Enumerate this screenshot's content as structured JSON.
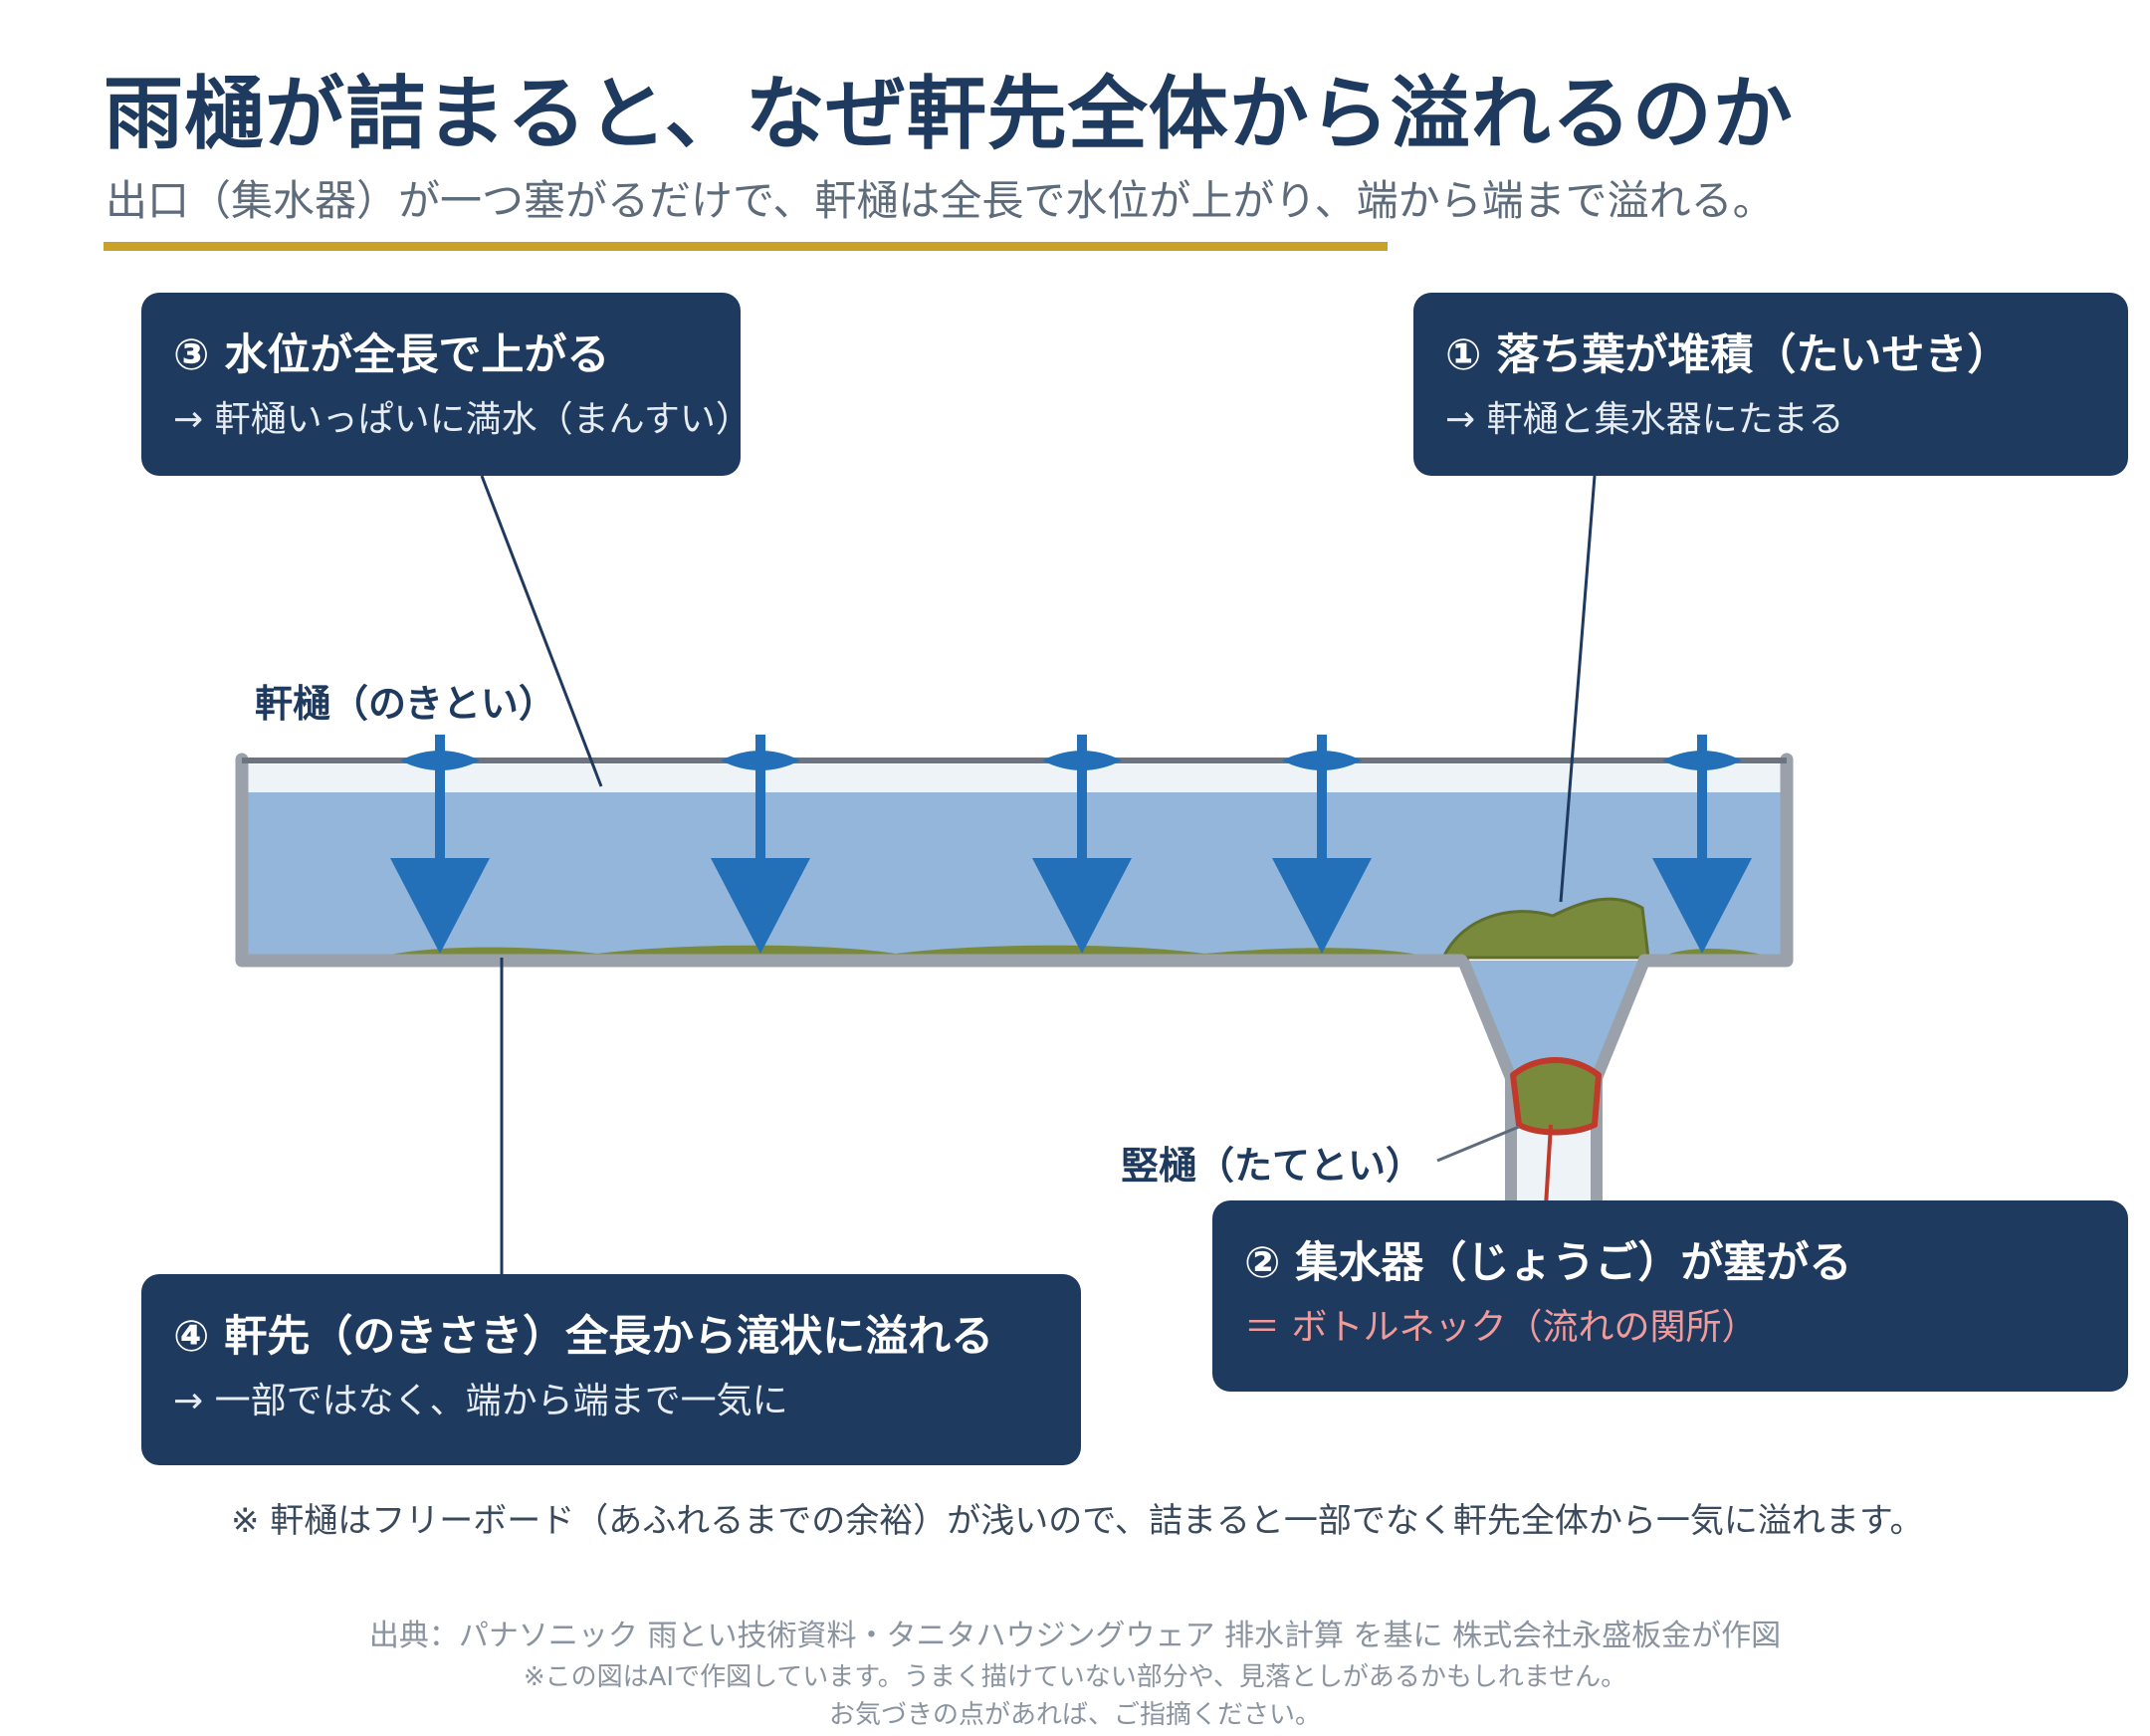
{
  "header": {
    "title": "雨樋が詰まると、なぜ軒先全体から溢れるのか",
    "subtitle": "出口（集水器）が一つ塞がるだけで、軒樋は全長で水位が上がり、端から端まで溢れる。"
  },
  "callouts": {
    "c3": {
      "head": "③ 水位が全長で上がる",
      "sub": "→ 軒樋いっぱいに満水（まんすい）"
    },
    "c1": {
      "head": "① 落ち葉が堆積（たいせき）",
      "sub": "→ 軒樋と集水器にたまる"
    },
    "c2": {
      "head": "② 集水器（じょうご）が塞がる",
      "sub": "＝ ボトルネック（流れの関所）"
    },
    "c4": {
      "head": "④ 軒先（のきさき）全長から滝状に溢れる",
      "sub": "→ 一部ではなく、端から端まで一気に"
    }
  },
  "labels": {
    "gutter": "軒樋（のきとい）",
    "downspout": "竪樋（たてとい）"
  },
  "note": "※ 軒樋はフリーボード（あふれるまでの余裕）が浅いので、詰まると一部でなく軒先全体から一気に溢れます。",
  "footer": {
    "source": "出典：パナソニック 雨とい技術資料・タニタハウジングウェア 排水計算 を基に 株式会社永盛板金が作図",
    "disclaimer1": "※この図はAIで作図しています。うまく描けていない部分や、見落としがあるかもしれません。",
    "disclaimer2": "お気づきの点があれば、ご指摘ください。"
  },
  "colors": {
    "navy": "#1f3a5f",
    "gold": "#c9a227",
    "water": "#93b6da",
    "arrow": "#2470b8",
    "leaves": "#7a8a3c",
    "gutter_wall": "#9aa1ab",
    "clog_outline": "#c0392b"
  },
  "icons": {
    "rain_arrow": "down-arrow-icon",
    "leaf_pile": "leaf-pile",
    "clog": "clog-marker"
  }
}
